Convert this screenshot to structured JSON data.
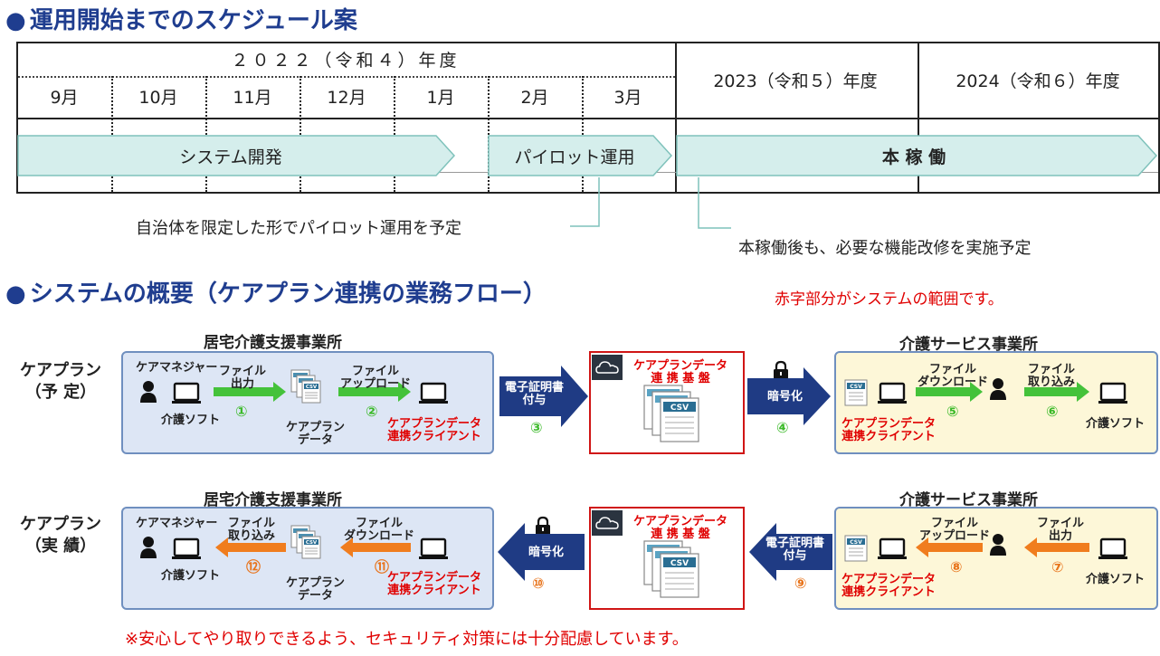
{
  "schedule": {
    "heading": "運用開始までのスケジュール案",
    "fy2022": "２０２２（令和４）年度",
    "months": [
      "9月",
      "10月",
      "11月",
      "12月",
      "1月",
      "2月",
      "3月"
    ],
    "fy2023": "2023（令和５）年度",
    "fy2024": "2024（令和６）年度",
    "phase_dev": "システム開発",
    "phase_pilot": "パイロット運用",
    "phase_live": "本 稼 働",
    "callout_pilot": "自治体を限定した形でパイロット運用を予定",
    "callout_live": "本稼働後も、必要な機能改修を実施予定"
  },
  "overview": {
    "heading": "システムの概要（ケアプラン連携の業務フロー）",
    "red_note": "赤字部分がシステムの範囲です。",
    "footer_note": "※安心してやり取りできるよう、セキュリティ対策には十分配慮しています。"
  },
  "flow_plan": {
    "row_label_1": "ケアプラン",
    "row_label_2": "（予 定）",
    "left_title": "居宅介護支援事業所",
    "right_title": "介護サービス事業所",
    "care_manager": "ケアマネジャー",
    "care_software": "介護ソフト",
    "step1_label": "ファイル\n出力",
    "step1_num": "①",
    "careplan_data": "ケアプラン\nデータ",
    "step2_label": "ファイル\nアップロード",
    "step2_num": "②",
    "client": "ケアプランデータ\n連携クライアント",
    "step3_label": "電子証明書\n付与",
    "step3_num": "③",
    "platform": "ケアプランデータ\n連 携 基 盤",
    "step4_label": "暗号化",
    "step4_num": "④",
    "right_client": "ケアプランデータ\n連携クライアント",
    "step5_label": "ファイル\nダウンロード",
    "step5_num": "⑤",
    "step6_label": "ファイル\n取り込み",
    "step6_num": "⑥",
    "right_software": "介護ソフト"
  },
  "flow_actual": {
    "row_label_1": "ケアプラン",
    "row_label_2": "（実 績）",
    "left_title": "居宅介護支援事業所",
    "right_title": "介護サービス事業所",
    "care_manager": "ケアマネジャー",
    "care_software": "介護ソフト",
    "step12_label": "ファイル\n取り込み",
    "step12_num": "⑫",
    "careplan_data": "ケアプラン\nデータ",
    "step11_label": "ファイル\nダウンロード",
    "step11_num": "⑪",
    "client": "ケアプランデータ\n連携クライアント",
    "step10_label": "暗号化",
    "step10_num": "⑩",
    "platform": "ケアプランデータ\n連 携 基 盤",
    "step9_label": "電子証明書\n付与",
    "step9_num": "⑨",
    "right_client": "ケアプランデータ\n連携クライアント",
    "step8_label": "ファイル\nアップロード",
    "step8_num": "⑧",
    "step7_label": "ファイル\n出力",
    "step7_num": "⑦",
    "right_software": "介護ソフト"
  },
  "icons": {
    "csv": "CSV"
  },
  "colors": {
    "heading_blue": "#1f3d8f",
    "arrow_teal": "#d5eeec",
    "dark_arrow": "#1f3b84",
    "green_arrow": "#44c23a",
    "orange_arrow": "#f07d1e",
    "red": "#e00000"
  }
}
